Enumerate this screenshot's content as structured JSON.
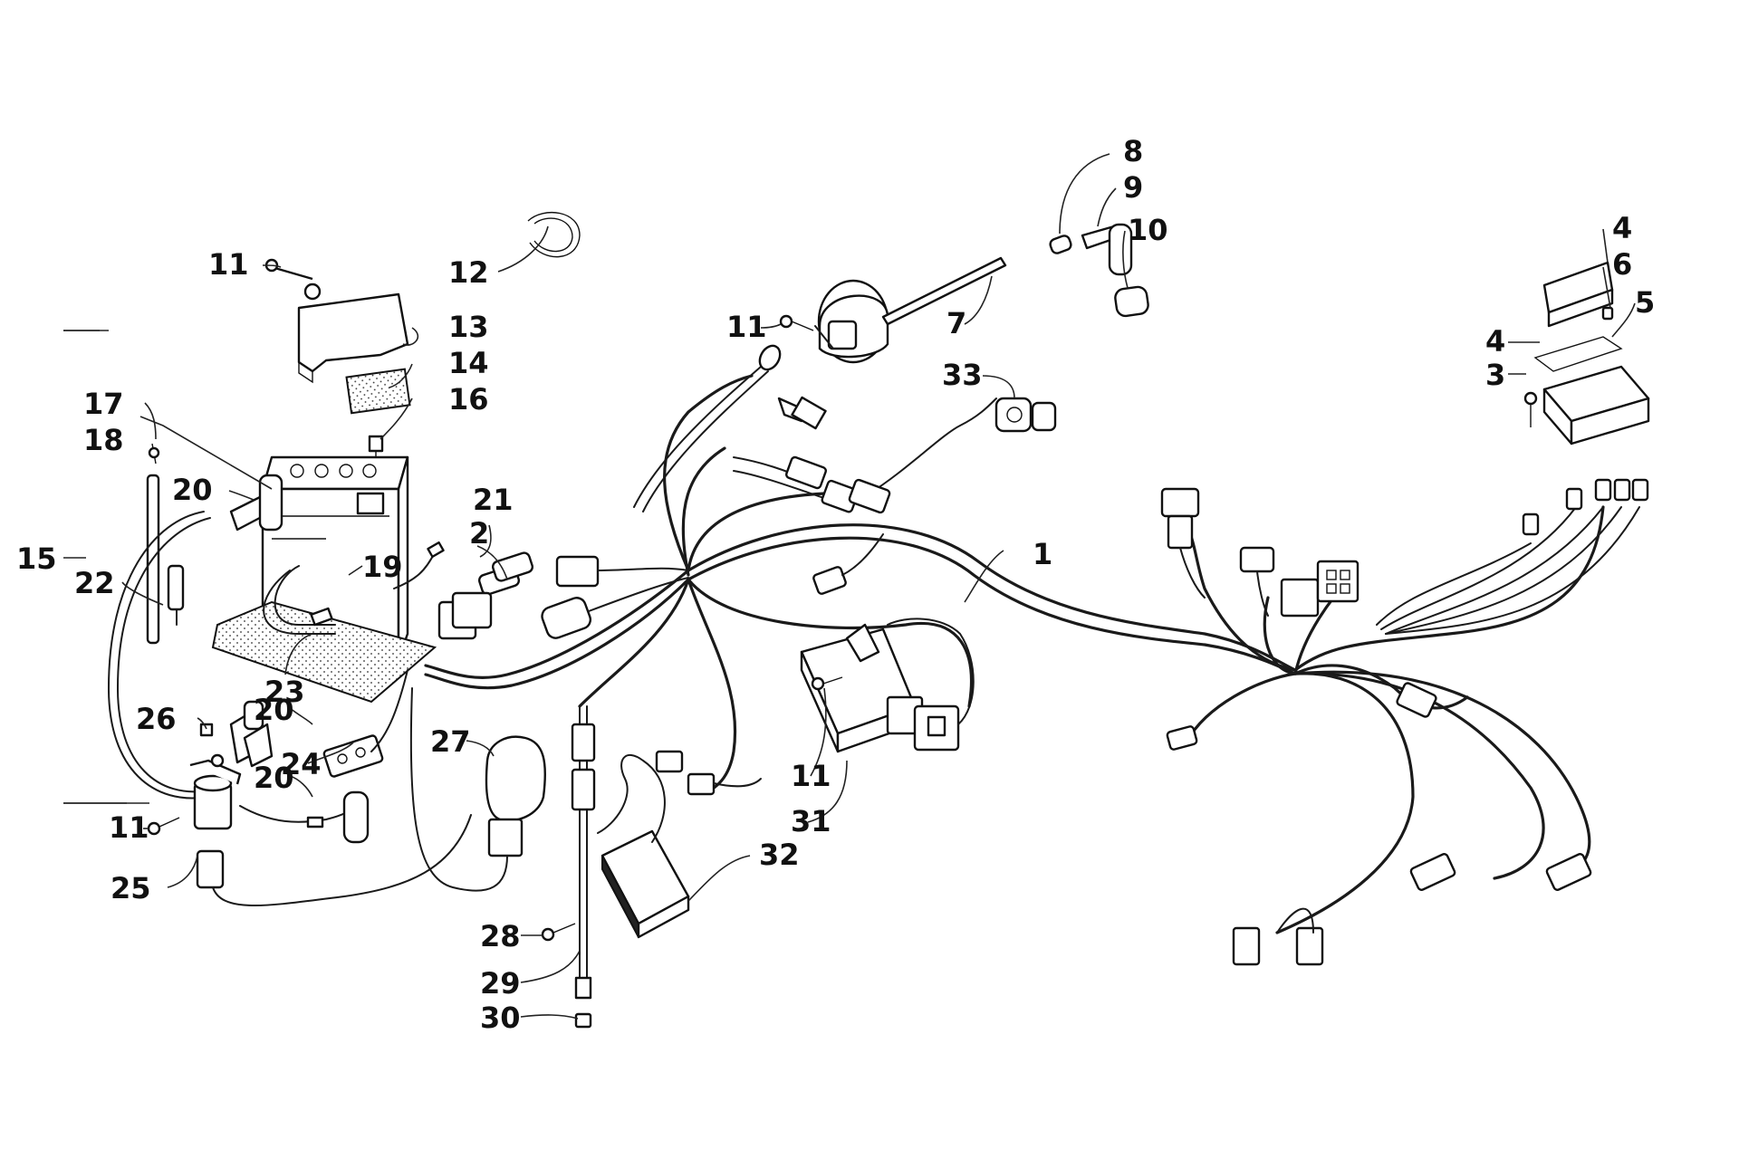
{
  "diagram": {
    "callouts": {
      "c1": "1",
      "c2": "2",
      "c3": "3",
      "c4a": "4",
      "c4b": "4",
      "c5": "5",
      "c6": "6",
      "c7": "7",
      "c8": "8",
      "c9": "9",
      "c10": "10",
      "c11a": "11",
      "c11b": "11",
      "c11c": "11",
      "c11d": "11",
      "c12": "12",
      "c13": "13",
      "c14": "14",
      "c15": "15",
      "c16": "16",
      "c17": "17",
      "c18": "18",
      "c19": "19",
      "c20a": "20",
      "c20b": "20",
      "c20c": "20",
      "c21": "21",
      "c22": "22",
      "c23": "23",
      "c24": "24",
      "c25": "25",
      "c26": "26",
      "c27": "27",
      "c28": "28",
      "c29": "29",
      "c30": "30",
      "c31": "31",
      "c32": "32",
      "c33": "33"
    },
    "colors": {
      "ink": "#111111",
      "background": "#ffffff"
    }
  }
}
